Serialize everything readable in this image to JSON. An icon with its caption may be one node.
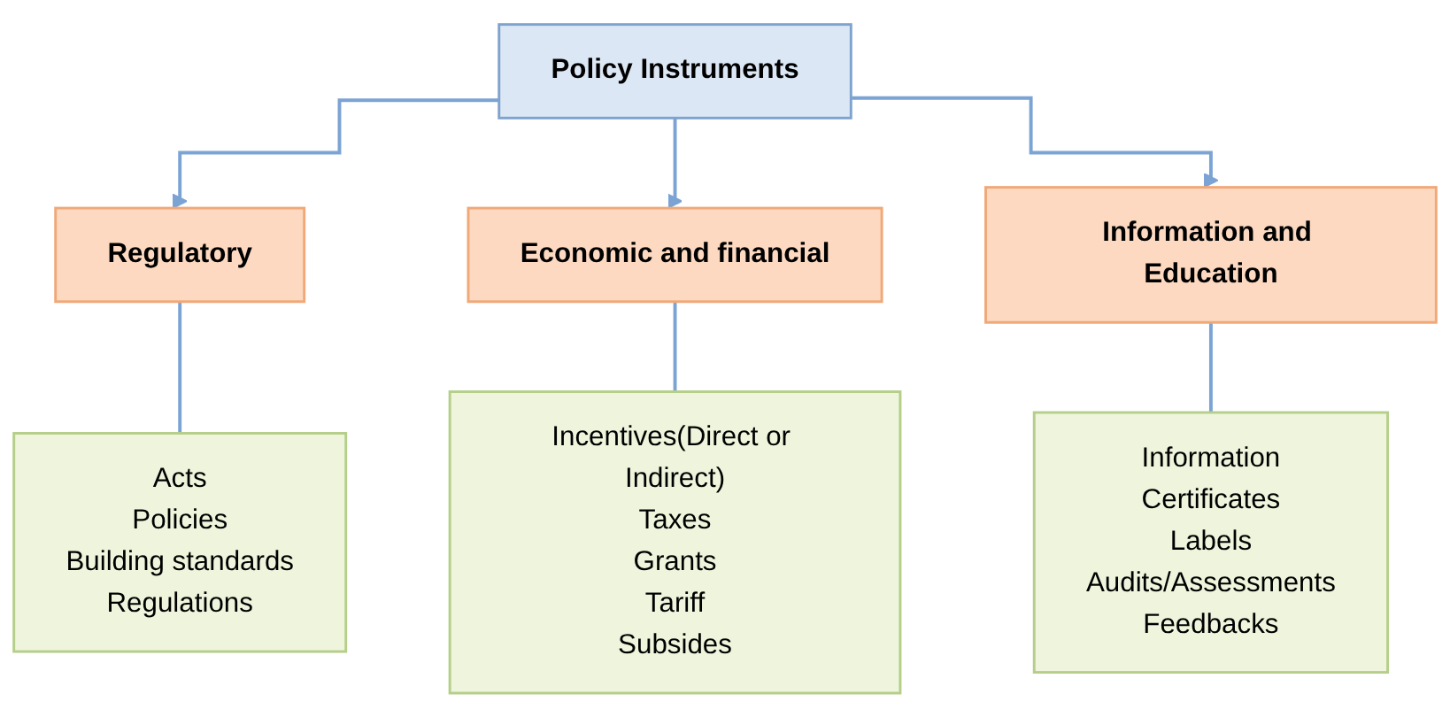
{
  "diagram": {
    "nodes": [
      {
        "text": [
          "Policy Instruments"
        ]
      },
      {
        "text": [
          "Regulatory"
        ]
      },
      {
        "text": [
          "Economic and financial"
        ]
      },
      {
        "text": [
          "Information and Education"
        ]
      },
      {
        "text": [
          "Acts",
          "Policies",
          "Building standards",
          "Regulations"
        ]
      },
      {
        "text": [
          "Incentives(Direct or Indirect)",
          "Taxes",
          "Grants",
          "Tariff",
          "Subsides"
        ]
      },
      {
        "text": [
          "Information",
          "Certificates",
          "Labels",
          "Audits/Assessments",
          "Feedbacks"
        ]
      }
    ],
    "edges": [
      {
        "from": 0,
        "to": 1,
        "arrow": "to"
      },
      {
        "from": 0,
        "to": 2,
        "arrow": "to"
      },
      {
        "from": 0,
        "to": 3,
        "arrow": "to"
      },
      {
        "from": 1,
        "to": 4,
        "arrow": "none"
      },
      {
        "from": 2,
        "to": 5,
        "arrow": "none"
      },
      {
        "from": 3,
        "to": 6,
        "arrow": "none"
      }
    ]
  }
}
